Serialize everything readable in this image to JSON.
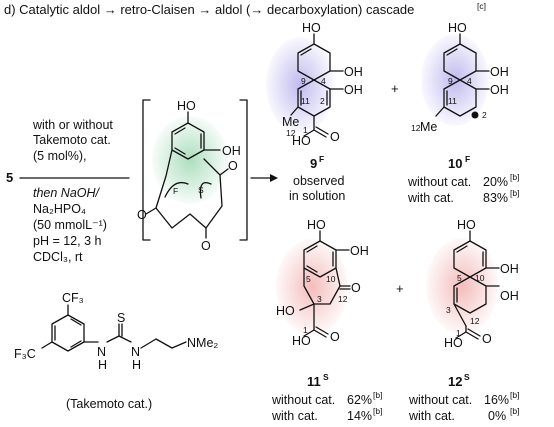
{
  "header": {
    "title": "d) Catalytic aldol → retro-Claisen → aldol (→ decarboxylation) cascade",
    "footnote": "[c]"
  },
  "conditions": {
    "substrate": "5",
    "lines": [
      "with or without",
      "Takemoto cat.",
      "(5 mol%),",
      "then NaOH/",
      "Na₂HPO₄",
      "(50 mmolL⁻¹)",
      "pH = 12, 3 h",
      "CDCl₃, rt"
    ]
  },
  "catalyst": {
    "caption": "(Takemoto cat.)",
    "labels": [
      "CF₃",
      "F₃C",
      "S",
      "N",
      "N",
      "H",
      "H",
      "NMe₂"
    ]
  },
  "intermediate": {
    "labels": [
      "HO",
      "OH",
      "O",
      "O",
      "O",
      "F",
      "S"
    ],
    "highlight_color": "#b9e5c8"
  },
  "products": [
    {
      "id": "9",
      "sup": "F",
      "labels": [
        "HO",
        "OH",
        "OH",
        "Me",
        "HO",
        "O",
        "9",
        "4",
        "11",
        "2",
        "1",
        "12"
      ],
      "notes": [
        "observed",
        "in solution"
      ],
      "highlight_color": "#c9c4ef"
    },
    {
      "id": "10",
      "sup": "F",
      "labels": [
        "HO",
        "OH",
        "OH",
        "Me",
        "9",
        "4",
        "11",
        "2",
        "12"
      ],
      "yields": [
        {
          "cond": "without cat.",
          "value": "20%",
          "ref": "[b]"
        },
        {
          "cond": "with cat.",
          "value": "83%",
          "ref": "[b]"
        }
      ],
      "highlight_color": "#c9c4ef"
    },
    {
      "id": "11",
      "sup": "S",
      "labels": [
        "HO",
        "OH",
        "O",
        "HO",
        "HO",
        "O",
        "5",
        "10",
        "3",
        "12",
        "1"
      ],
      "yields": [
        {
          "cond": "without cat.",
          "value": "62%",
          "ref": "[b]"
        },
        {
          "cond": "with cat.",
          "value": "14%",
          "ref": "[b]"
        }
      ],
      "highlight_color": "#f6c7c7"
    },
    {
      "id": "12",
      "sup": "S",
      "labels": [
        "HO",
        "OH",
        "OH",
        "HO",
        "O",
        "5",
        "10",
        "3",
        "12",
        "1"
      ],
      "yields": [
        {
          "cond": "without cat.",
          "value": "16%",
          "ref": "[b]"
        },
        {
          "cond": "with cat.",
          "value": "0%",
          "ref": "[b]"
        }
      ],
      "highlight_color": "#f6c7c7"
    }
  ],
  "plus_sign": "+"
}
